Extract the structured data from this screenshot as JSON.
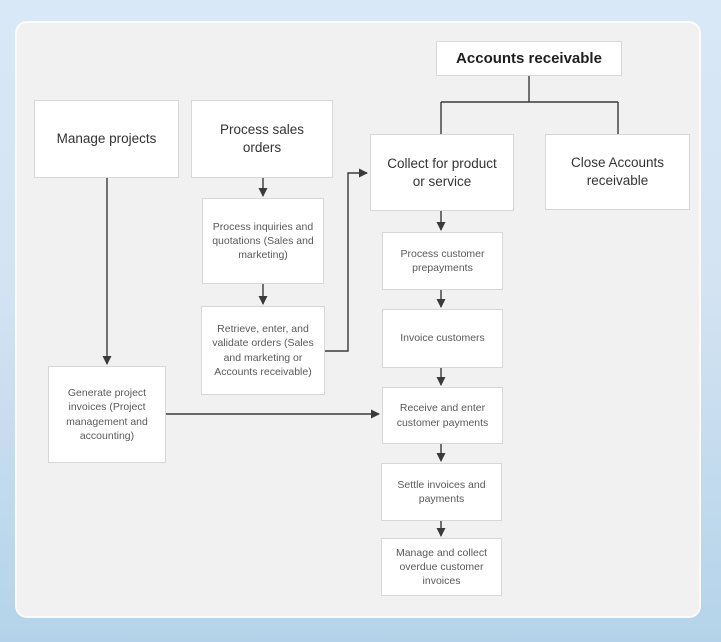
{
  "diagram": {
    "nodes": [
      {
        "id": "accounts-receivable",
        "label": "Accounts receivable"
      },
      {
        "id": "manage-projects",
        "label": "Manage projects"
      },
      {
        "id": "process-sales-orders",
        "label": "Process sales orders"
      },
      {
        "id": "collect-for-product-or-service",
        "label": "Collect for product or service"
      },
      {
        "id": "close-accounts-receivable",
        "label": "Close Accounts receivable"
      },
      {
        "id": "process-inquiries-quotations",
        "label": "Process inquiries and quotations (Sales and marketing)"
      },
      {
        "id": "retrieve-enter-validate-orders",
        "label": "Retrieve, enter, and validate orders (Sales and marketing or Accounts receivable)"
      },
      {
        "id": "generate-project-invoices",
        "label": "Generate project invoices (Project management and accounting)"
      },
      {
        "id": "process-customer-prepayments",
        "label": "Process customer prepayments"
      },
      {
        "id": "invoice-customers",
        "label": "Invoice customers"
      },
      {
        "id": "receive-enter-customer-payments",
        "label": "Receive and enter customer payments"
      },
      {
        "id": "settle-invoices-and-payments",
        "label": "Settle invoices and payments"
      },
      {
        "id": "manage-collect-overdue-invoices",
        "label": "Manage and collect overdue customer invoices"
      }
    ],
    "colors": {
      "background_top": "#d9e8f6",
      "background_bottom": "#b4d3ea",
      "panel_background": "#f1f1f1",
      "node_background": "#ffffff",
      "node_border": "#d7d7d7",
      "connector": "#3a3a3a",
      "title_text": "#1f1f1f",
      "node_text": "#333333",
      "subnode_text": "#5a5a5a"
    }
  }
}
